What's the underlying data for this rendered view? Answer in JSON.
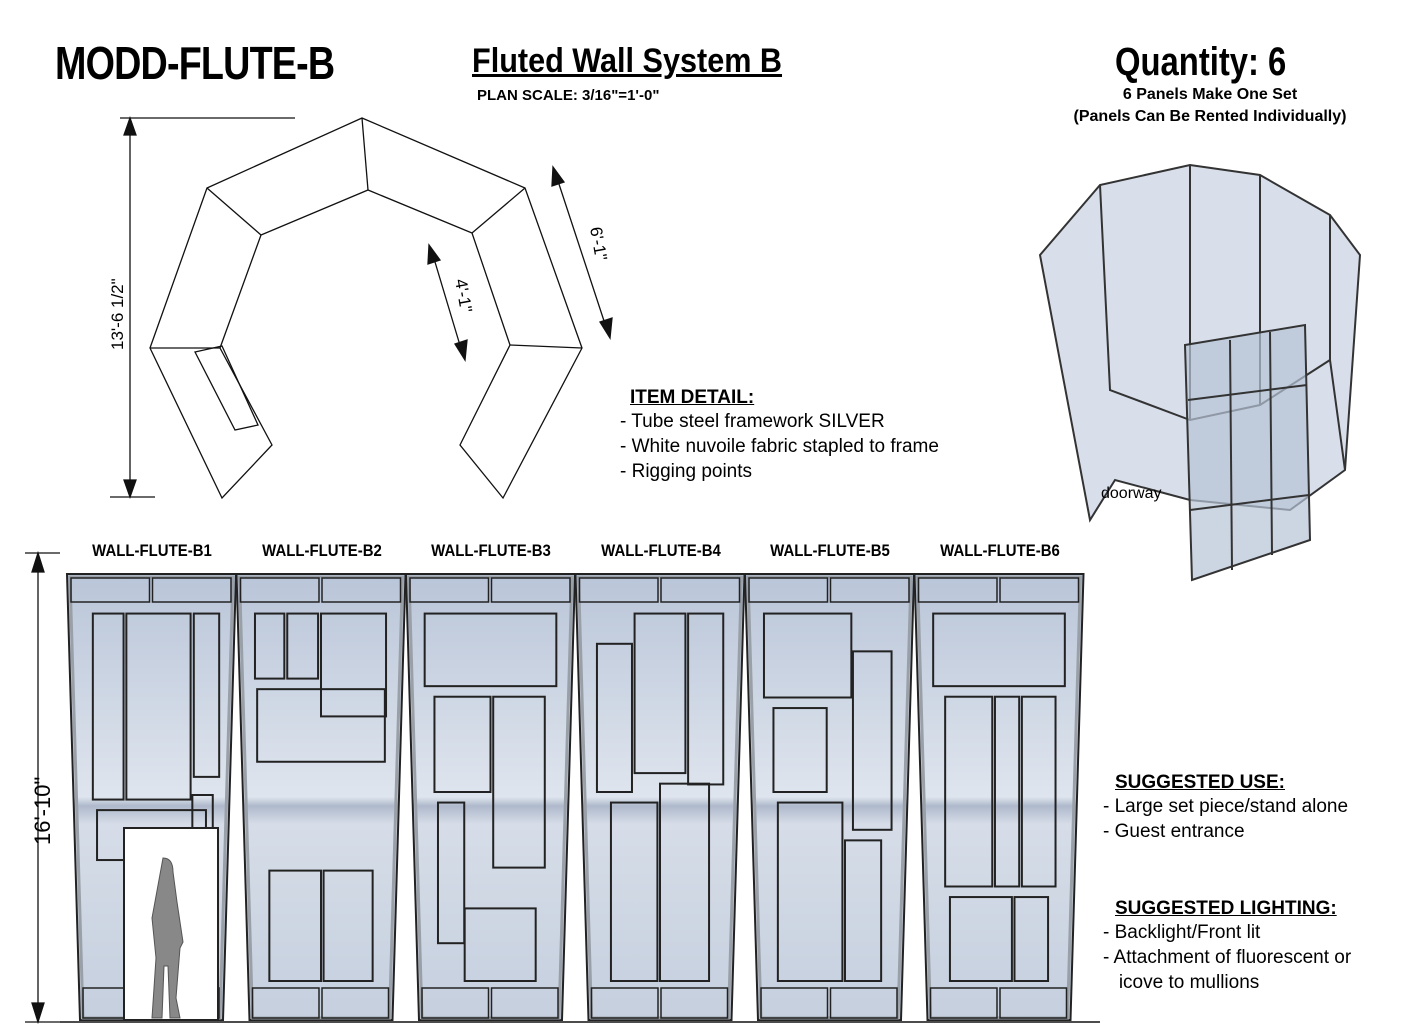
{
  "header": {
    "code": "MODD-FLUTE-B",
    "title": "Fluted Wall System B",
    "plan_scale": "PLAN SCALE: 3/16\"=1'-0\"",
    "quantity": "Quantity: 6",
    "set_note": "6 Panels Make One Set",
    "rent_note": "(Panels Can Be Rented Individually)"
  },
  "plan": {
    "dim_overall": "13'-6 1/2\"",
    "dim_outer": "6'-1\"",
    "dim_inner": "4'-1\""
  },
  "item_detail": {
    "heading": "ITEM DETAIL:",
    "items": [
      "- Tube steel framework SILVER",
      "- White nuvoile fabric stapled to frame",
      "- Rigging points"
    ]
  },
  "render": {
    "doorway_label": "doorway"
  },
  "panels": [
    "WALL-FLUTE-B1",
    "WALL-FLUTE-B2",
    "WALL-FLUTE-B3",
    "WALL-FLUTE-B4",
    "WALL-FLUTE-B5",
    "WALL-FLUTE-B6"
  ],
  "elevation": {
    "height_dim": "16'-10\""
  },
  "suggested_use": {
    "heading": "SUGGESTED USE:",
    "items": [
      "- Large set piece/stand alone",
      "- Guest entrance"
    ]
  },
  "suggested_lighting": {
    "heading": "SUGGESTED LIGHTING:",
    "items": [
      "- Backlight/Front lit",
      "- Attachment of fluorescent or",
      "   icove to mullions"
    ]
  },
  "colors": {
    "fabric": "#c9d3e2",
    "frame": "#9aa0a8",
    "line": "#111111"
  }
}
